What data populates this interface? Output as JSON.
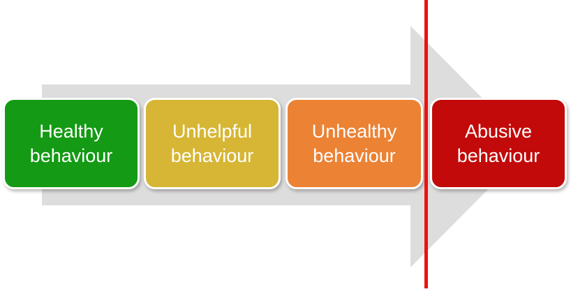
{
  "diagram": {
    "stages": [
      {
        "label": "Healthy\nbehaviour",
        "color": "#149a14"
      },
      {
        "label": "Unhelpful\nbehaviour",
        "color": "#d6b634"
      },
      {
        "label": "Unhealthy\nbehaviour",
        "color": "#eb8234"
      },
      {
        "label": "Abusive\nbehaviour",
        "color": "#c20a0a"
      }
    ],
    "arrow_color": "#dddddd",
    "threshold_line_color": "#ee1111"
  }
}
